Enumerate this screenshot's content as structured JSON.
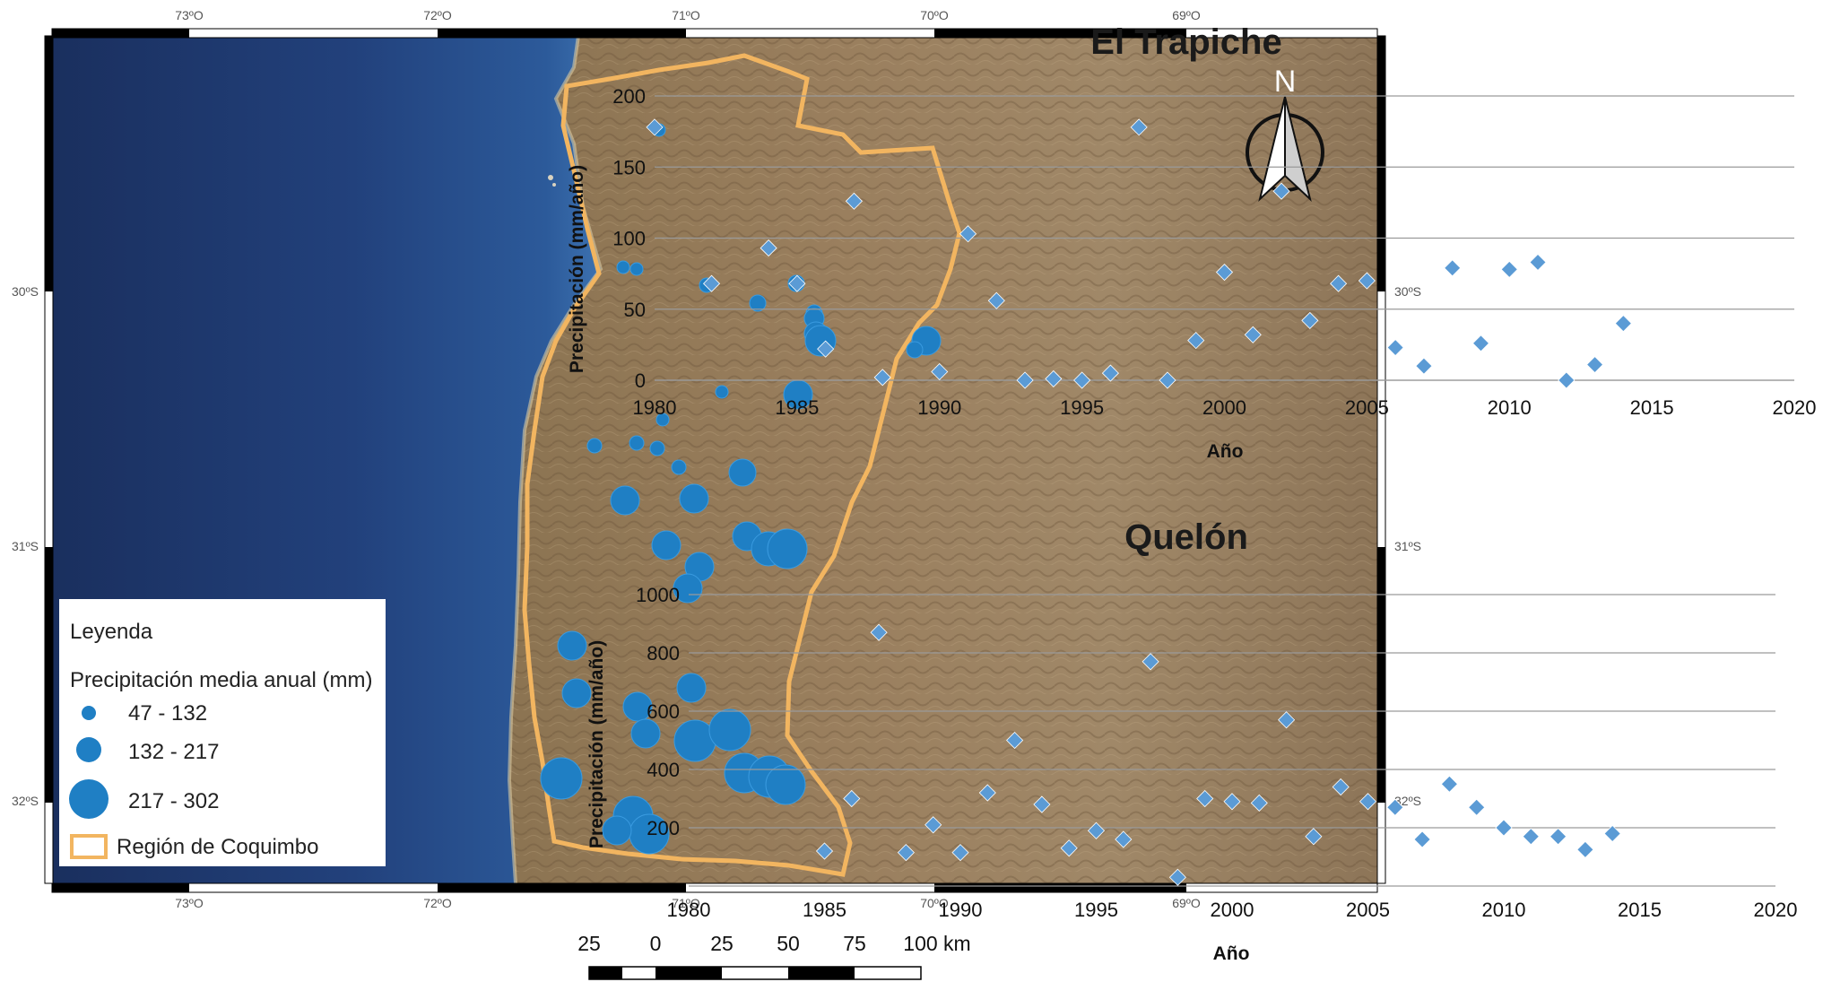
{
  "map": {
    "lon_labels": [
      "73ºO",
      "72ºO",
      "71ºO",
      "70ºO",
      "69ºO"
    ],
    "lat_labels": [
      "30ºS",
      "30ºS",
      "31ºS",
      "31ºS",
      "32ºS",
      "32ºS"
    ],
    "north_label": "N",
    "scale_labels": [
      "25",
      "0",
      "25",
      "50",
      "75",
      "100 km"
    ],
    "colors": {
      "ocean": "#1f3a6e",
      "land": "#8a7656",
      "region_border": "#f2b560",
      "station": "#1f7fc4",
      "marker": "#5b9bd5"
    },
    "legend": {
      "title": "Leyenda",
      "subtitle": "Precipitación media anual (mm)",
      "classes": [
        {
          "label": "47 - 132",
          "size": "small"
        },
        {
          "label": "132 - 217",
          "size": "medium"
        },
        {
          "label": "217 - 302",
          "size": "large"
        }
      ],
      "region_label": "Región de Coquimbo"
    }
  },
  "chart_data": [
    {
      "type": "scatter",
      "title": "El Trapiche",
      "xlabel": "Año",
      "ylabel": "Precipitación (mm/año)",
      "xlim": [
        1980,
        2020
      ],
      "ylim": [
        0,
        200
      ],
      "xticks": [
        1980,
        1985,
        1990,
        1995,
        2000,
        2005,
        2010,
        2015,
        2020
      ],
      "yticks": [
        0,
        50,
        100,
        150,
        200
      ],
      "grid": "horizontal",
      "x": [
        1980,
        1982,
        1984,
        1985,
        1986,
        1987,
        1988,
        1990,
        1991,
        1992,
        1993,
        1994,
        1995,
        1996,
        1997,
        1998,
        1999,
        2000,
        2001,
        2002,
        2003,
        2004,
        2005,
        2006,
        2007,
        2008,
        2009,
        2010,
        2011,
        2012,
        2013,
        2014
      ],
      "y": [
        178,
        68,
        93,
        68,
        22,
        126,
        2,
        6,
        103,
        56,
        0,
        1,
        0,
        5,
        178,
        0,
        28,
        76,
        32,
        133,
        42,
        68,
        70,
        23,
        10,
        79,
        26,
        78,
        83,
        0,
        11,
        40
      ]
    },
    {
      "type": "scatter",
      "title": "Quelón",
      "xlabel": "Año",
      "ylabel": "Precipitación (mm/año)",
      "xlim": [
        1980,
        2020
      ],
      "ylim": [
        0,
        1000
      ],
      "xticks": [
        1980,
        1985,
        1990,
        1995,
        2000,
        2005,
        2010,
        2015,
        2020
      ],
      "yticks": [
        200,
        400,
        600,
        800,
        1000
      ],
      "grid": "horizontal",
      "x": [
        1985,
        1986,
        1987,
        1988,
        1989,
        1990,
        1991,
        1992,
        1993,
        1994,
        1995,
        1996,
        1997,
        1998,
        1999,
        2000,
        2001,
        2002,
        2003,
        2004,
        2005,
        2006,
        2007,
        2008,
        2009,
        2010,
        2011,
        2012,
        2013,
        2014
      ],
      "y": [
        120,
        300,
        870,
        115,
        210,
        115,
        320,
        500,
        280,
        130,
        190,
        160,
        770,
        30,
        300,
        290,
        285,
        570,
        170,
        340,
        290,
        270,
        160,
        350,
        270,
        200,
        170,
        170,
        125,
        180
      ]
    }
  ]
}
